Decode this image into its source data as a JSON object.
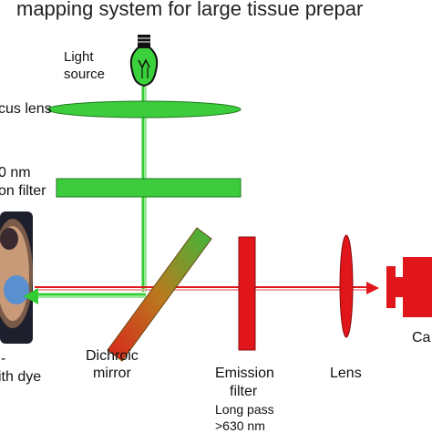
{
  "title": "mapping system for large tissue prepar",
  "labels": {
    "light_source_line1": "Light",
    "light_source_line2": "source",
    "focus_lens": "cus lens",
    "excitation_filter_line1": "0 nm",
    "excitation_filter_line2": "on filter",
    "dichroic_line1": "Dichroic",
    "dichroic_line2": "mirror",
    "emission_line1": "Emission",
    "emission_line2": "filter",
    "emission_line3": "Long pass",
    "emission_line4": ">630 nm",
    "lens": "Lens",
    "camera": "Ca",
    "left_dash": "-",
    "tissue_dye": "ith dye"
  },
  "colors": {
    "green": "#33cc33",
    "green_light": "#8fe88f",
    "red": "#e0161b",
    "red_light": "#f2a0a0",
    "bulb_green": "#3bd13b",
    "tissue_dark": "#2a2a3a",
    "tissue_blue": "#5a8fd0",
    "tissue_skin": "#c89a78"
  },
  "icons": {
    "light_source": "light-bulb-icon",
    "camera": "camera-icon"
  }
}
